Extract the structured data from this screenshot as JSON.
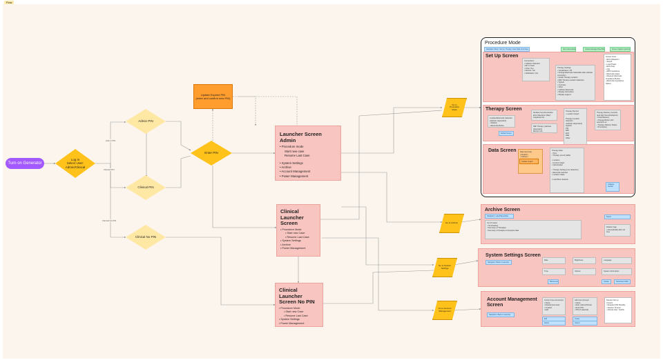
{
  "frame_tag": "Flow",
  "start": {
    "label": "Turn on Generator"
  },
  "decisions": {
    "login": "Log in\nSelect User:\nAdmin/Clinical",
    "admin_pin": "Admin PIN",
    "clinical_pin": "Clinical PIN",
    "clinical_no_pin": "Clinical No PIN",
    "enter_pin": "Enter PIN"
  },
  "edge_labels": {
    "admin": "Admin PIN",
    "clinical": "Clinical PIN",
    "clinical_no_pin": "Clinical No PIN"
  },
  "update_pin": {
    "label": "Update Expired PIN\n(enter and confirm new PIN)"
  },
  "launcher_admin": {
    "title": "Launcher Screen Admin",
    "items": [
      "Procedure mode",
      "Start new case",
      "Resume Last Case",
      "",
      "System Settings",
      "Archive",
      "Account Management",
      "Power Management"
    ]
  },
  "launcher_clinical": {
    "title": "Clinical Launcher Screen",
    "items": [
      "Procedure Mode",
      "Start new Case",
      "Resume Last Case",
      "System Settings",
      "Archive",
      "Power Management"
    ]
  },
  "launcher_no_pin": {
    "title": "Clinical Launcher Screen No PIN",
    "items": [
      "Procedure Mode",
      "Start new Case",
      "Resume Last Case",
      "System Settings",
      "Power Management"
    ]
  },
  "parallelograms": {
    "procedure": "Go to\nProcedure\nMode",
    "archive": "Go to Archive",
    "settings": "Go to System\nSettings",
    "account": "Go to Account\nManagement"
  },
  "procedure_mode": {
    "title": "Procedure Mode",
    "nav_chip": "Navigation Menu: Set Up, Therapy, Case Data, End Case",
    "top_chips": [
      "Alert Acknowledge",
      "Unacknowledged Alert/Warning",
      "Screen Capture Quick Access"
    ],
    "setup": {
      "title": "Set Up Screen",
      "box1": "Connections\n• Catheter Selection\n• EP in Outer\n• Inline: Out\n• Monitor: Out\n• Notification: Out",
      "box2": "Therapy Settings\n• Visualization: Off\n• Change Electrode Selectable after catheter connection\n• Graph Therapy Location\n• PEF Therapy Location Selection\n  • Typical\n  • Coronary\n  • Other\n• Catheter Electrode\n  • Display information\n  • Display Legend",
      "box3": "Screen Icons\n• ECG Waveform\n• Sound\n• Load Power\n• ECG Duty\n• Info\n• ABS Impedance\n• Electrode status\n• Measure Electrode Impedance Button\n• Electrode Impedance Values"
    },
    "therapy": {
      "title": "Therapy Screen",
      "box1": "Location/Electrode Selection\n(catheter dependent)\n• Ablation\n• Electrode Button",
      "chip1": "Default Screen",
      "box2": "IE Wave Synchronization\nECG Waveform (filter)\nGraphical Info",
      "box3": "PEF Therapy (catheter dependent)\nMonitor Info",
      "box4": "Therapy Record\n• Location Graph\n\nTherapy Location Selection\n(catheter dependent)\nApplied\nPW\nBPF\nECF\nFEE\nOther",
      "box5": "Therapy Delivery Controls (and light Sound Endpoint)\n• Pulse/Delivery\n• Change Button with selected Loc\n• Therapy Delivery Status\n• Procedures"
    },
    "data": {
      "title": "Data Screen",
      "box1": "Data Summary\n• Duration\n• Catheter\n• Total count",
      "orange": "Update Graph",
      "box2": "Therapy Data\n• Time\n• Therapy record (table)\n\n• Location\n• Current Graph\n• Optimization\n\n• Therapy Setting (Live Selection)\n• Electrode selected\n• Location Value\n\n• Load More Session",
      "chip": "Collapse Section"
    }
  },
  "archive": {
    "title": "Archive Screen",
    "nav": "Navigation: Label/Name/Date",
    "box": "List of Cases\n• Time/Setting\n• Summary of Therapies\n• Summary of therapies incomplete data",
    "chip": "Export",
    "box2": "Deletion Age\n• Automatically after set time"
  },
  "system_settings": {
    "title": "System Settings Screen",
    "nav": "Navigation: Back to Launcher",
    "cells": [
      "Date",
      "Brightness",
      "Language",
      "Time",
      "Volume",
      "System Information"
    ],
    "chips": [
      "Maintenance",
      "Update",
      "Download (ASR)"
    ]
  },
  "account": {
    "title": "Account Management Screen",
    "nav": "Navigation: Back to Launcher",
    "box1": "Current User Account(s)\n• Name\n• Role/Access level\n• Created\n• Edit",
    "box2": "Add User Account\n• Name\n• Role: Admin/Clinical\n• Enter PIN\n• PIN (if selected)",
    "box3": "Session Set up\nContent\n• Required PIN Standby\n• Session Timeout\n• Clinical User: Yes/No",
    "chips": [
      "Edit",
      "Delete",
      "Create",
      "Cancel"
    ]
  },
  "colors": {
    "start": "#a259ff",
    "decision_yellow": "#ffe8a3",
    "decision_gold": "#ffc21a",
    "card_pink": "#f9c5c0",
    "orange": "#ff9d2e",
    "canvas": "#fbf5ee"
  }
}
